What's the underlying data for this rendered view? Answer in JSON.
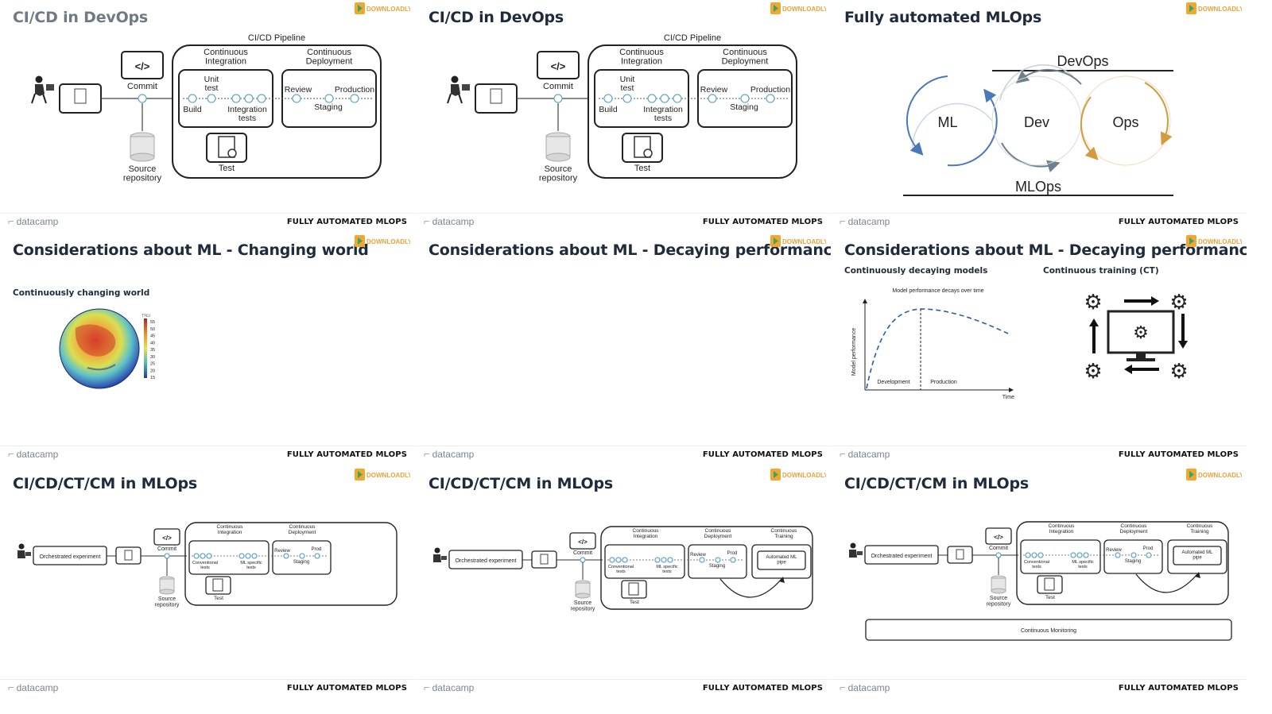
{
  "logo_text": "DOWNLOADLY.IR",
  "footer": {
    "brand": "datacamp",
    "section": "FULLY AUTOMATED MLOPS"
  },
  "colors": {
    "title": "#1f2b3c",
    "ml_blue": "#4a78b8",
    "dev_grey": "#6e7f8e",
    "ops_orange": "#d49a3e",
    "node": "#6aa9c8"
  },
  "slides": [
    {
      "title": "CI/CD in DevOps",
      "pipeline_label": "CI/CD Pipeline",
      "ci_label": "Continuous\nIntegration",
      "cd_label": "Continuous\nDeployment",
      "commit": "Commit",
      "unit_test": "Unit\ntest",
      "build": "Build",
      "integration_tests": "Integration\ntests",
      "review": "Review",
      "production": "Production",
      "staging": "Staging",
      "test": "Test",
      "source_repo": "Source\nrepository"
    },
    {
      "title": "CI/CD in DevOps",
      "pipeline_label": "CI/CD Pipeline",
      "ci_label": "Continuous\nIntegration",
      "cd_label": "Continuous\nDeployment",
      "commit": "Commit",
      "unit_test": "Unit\ntest",
      "build": "Build",
      "integration_tests": "Integration\ntests",
      "review": "Review",
      "production": "Production",
      "staging": "Staging",
      "test": "Test",
      "source_repo": "Source\nrepository"
    },
    {
      "title": "Fully automated MLOps",
      "devops": "DevOps",
      "mlops": "MLOps",
      "ml": "ML",
      "dev": "Dev",
      "ops": "Ops"
    },
    {
      "title": "Considerations about ML - Changing world",
      "subtitle": "Continuously changing world",
      "legend_unit": "TNU",
      "legend_ticks": [
        "55",
        "50",
        "45",
        "40",
        "35",
        "30",
        "25",
        "20",
        "15"
      ]
    },
    {
      "title": "Considerations about ML - Decaying performance"
    },
    {
      "title": "Considerations about ML - Decaying performance",
      "left_heading": "Continuously decaying models",
      "right_heading": "Continuous training (CT)",
      "chart_title": "Model performance decays over time",
      "y_axis": "Model performance",
      "x_axis": "Time",
      "development": "Development",
      "production": "Production"
    },
    {
      "title": "CI/CD/CT/CM in MLOps",
      "orchestrated": "Orchestrated experiment",
      "commit": "Commit",
      "ci_label": "Continuous\nIntegration",
      "cd_label": "Continuous\nDeployment",
      "conventional": "Conventional\ntests",
      "ml_specific": "ML specific\ntests",
      "review": "Review",
      "prod": "Prod",
      "staging": "Staging",
      "test": "Test",
      "source_repo": "Source\nrepository"
    },
    {
      "title": "CI/CD/CT/CM in MLOps",
      "orchestrated": "Orchestrated experiment",
      "commit": "Commit",
      "ci_label": "Continuous\nIntegration",
      "cd_label": "Continuous\nDeployment",
      "ct_label": "Continuous\nTraining",
      "automated": "Automated ML\npipe",
      "conventional": "Conventional\ntests",
      "ml_specific": "ML specific\ntests",
      "review": "Review",
      "prod": "Prod",
      "staging": "Staging",
      "test": "Test",
      "source_repo": "Source\nrepository"
    },
    {
      "title": "CI/CD/CT/CM in MLOps",
      "orchestrated": "Orchestrated experiment",
      "commit": "Commit",
      "ci_label": "Continuous\nIntegration",
      "cd_label": "Continuous\nDeployment",
      "ct_label": "Continuous\nTraining",
      "automated": "Automated ML\npipe",
      "conventional": "Conventional\ntests",
      "ml_specific": "ML specific\ntests",
      "review": "Review",
      "prod": "Prod",
      "staging": "Staging",
      "test": "Test",
      "source_repo": "Source\nrepository",
      "monitoring": "Continuous Monitoring"
    }
  ]
}
